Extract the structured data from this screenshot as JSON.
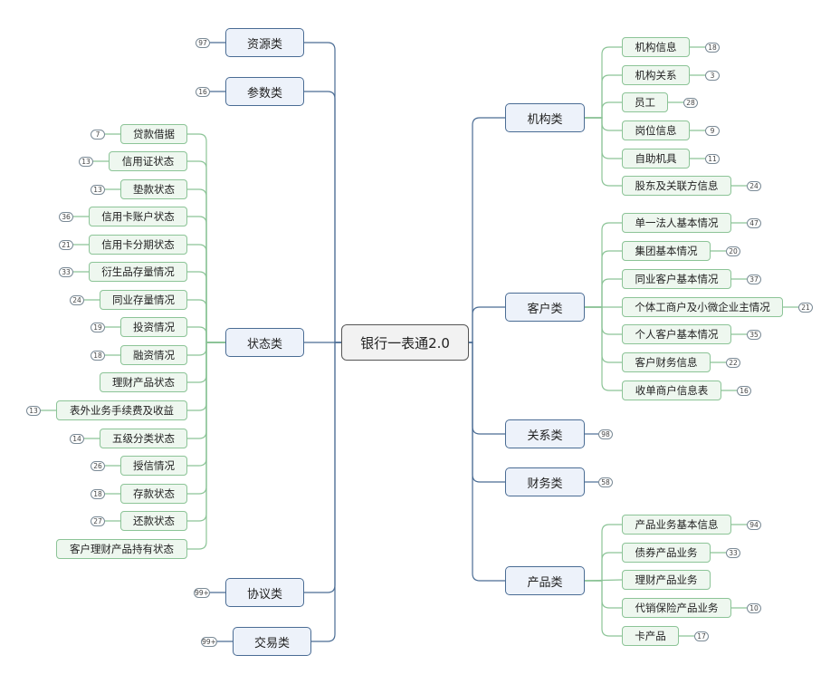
{
  "root": {
    "label": "银行一表通2.0"
  },
  "left": [
    {
      "label": "资源类",
      "count": "97",
      "children": []
    },
    {
      "label": "参数类",
      "count": "16",
      "children": []
    },
    {
      "label": "状态类",
      "count": null,
      "children": [
        {
          "label": "贷款借据",
          "count": "7"
        },
        {
          "label": "信用证状态",
          "count": "13"
        },
        {
          "label": "垫款状态",
          "count": "13"
        },
        {
          "label": "信用卡账户状态",
          "count": "36"
        },
        {
          "label": "信用卡分期状态",
          "count": "21"
        },
        {
          "label": "衍生品存量情况",
          "count": "33"
        },
        {
          "label": "同业存量情况",
          "count": "24"
        },
        {
          "label": "投资情况",
          "count": "19"
        },
        {
          "label": "融资情况",
          "count": "18"
        },
        {
          "label": "理财产品状态",
          "count": null
        },
        {
          "label": "表外业务手续费及收益",
          "count": "13"
        },
        {
          "label": "五级分类状态",
          "count": "14"
        },
        {
          "label": "授信情况",
          "count": "26"
        },
        {
          "label": "存款状态",
          "count": "18"
        },
        {
          "label": "还款状态",
          "count": "27"
        },
        {
          "label": "客户理财产品持有状态",
          "count": null
        }
      ]
    },
    {
      "label": "协议类",
      "count": "99+",
      "children": []
    },
    {
      "label": "交易类",
      "count": "99+",
      "children": []
    }
  ],
  "right": [
    {
      "label": "机构类",
      "count": null,
      "children": [
        {
          "label": "机构信息",
          "count": "18"
        },
        {
          "label": "机构关系",
          "count": "3"
        },
        {
          "label": "员工",
          "count": "28"
        },
        {
          "label": "岗位信息",
          "count": "9"
        },
        {
          "label": "自助机具",
          "count": "11"
        },
        {
          "label": "股东及关联方信息",
          "count": "24"
        }
      ]
    },
    {
      "label": "客户类",
      "count": null,
      "children": [
        {
          "label": "单一法人基本情况",
          "count": "47"
        },
        {
          "label": "集团基本情况",
          "count": "20"
        },
        {
          "label": "同业客户基本情况",
          "count": "37"
        },
        {
          "label": "个体工商户及小微企业主情况",
          "count": "21"
        },
        {
          "label": "个人客户基本情况",
          "count": "35"
        },
        {
          "label": "客户财务信息",
          "count": "22"
        },
        {
          "label": "收单商户信息表",
          "count": "16"
        }
      ]
    },
    {
      "label": "关系类",
      "count": "98",
      "children": []
    },
    {
      "label": "财务类",
      "count": "58",
      "children": []
    },
    {
      "label": "产品类",
      "count": null,
      "children": [
        {
          "label": "产品业务基本信息",
          "count": "94"
        },
        {
          "label": "债券产品业务",
          "count": "33"
        },
        {
          "label": "理财产品业务",
          "count": null
        },
        {
          "label": "代销保险产品业务",
          "count": "10"
        },
        {
          "label": "卡产品",
          "count": "17"
        }
      ]
    }
  ],
  "colors": {
    "blue_line": "#4a6c94",
    "green_line": "#8cc497"
  }
}
